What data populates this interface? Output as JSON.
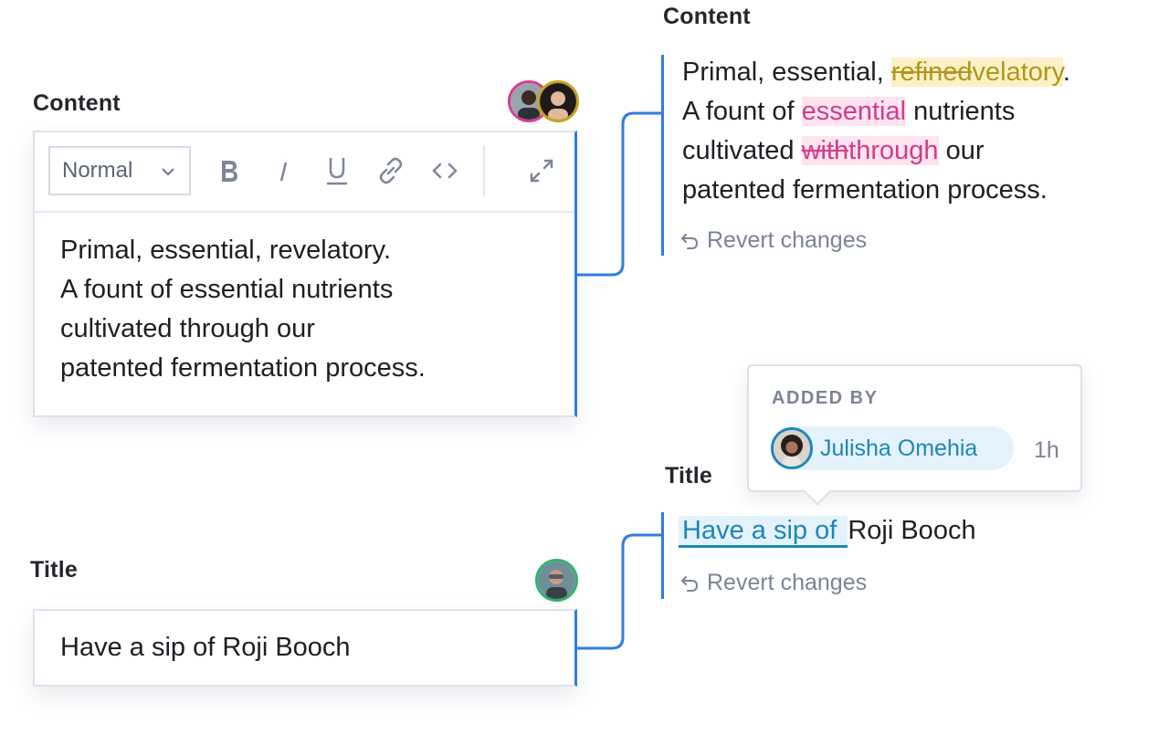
{
  "editor": {
    "label": "Content",
    "style_select": "Normal",
    "body_lines": [
      "Primal, essential, revelatory.",
      "A fount of essential nutrients",
      "cultivated through our",
      "patented fermentation process."
    ]
  },
  "title_field": {
    "label": "Title",
    "value": "Have a sip of Roji Booch"
  },
  "diff_content": {
    "label": "Content",
    "line1_prefix": "Primal, essential, ",
    "line1_deleted": "refined",
    "line1_inserted": "velatory",
    "line1_suffix": ".",
    "line2_prefix": "A fount of ",
    "line2_inserted": "essential",
    "line2_suffix": " nutrients",
    "line3_prefix": "cultivated ",
    "line3_deleted": "with",
    "line3_inserted": "through",
    "line3_suffix": " our",
    "line4": "patented fermentation process.",
    "revert_label": "Revert changes"
  },
  "diff_title": {
    "label": "Title",
    "inserted": "Have a sip of ",
    "rest": "Roji Booch",
    "revert_label": "Revert changes"
  },
  "tooltip": {
    "heading": "ADDED BY",
    "user_name": "Julisha Omehia",
    "time": "1h"
  },
  "colors": {
    "accent_blue": "#2f7de1",
    "highlight_yellow": "#b2961c",
    "highlight_pink": "#d23c8c",
    "highlight_blue": "#1f86b8"
  }
}
